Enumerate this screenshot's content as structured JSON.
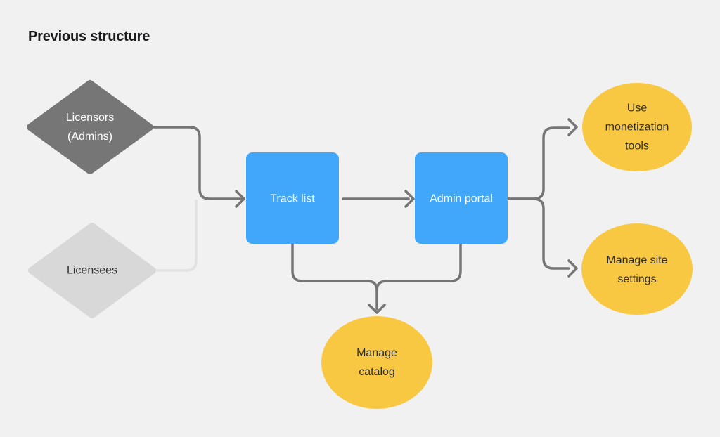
{
  "title": "Previous structure",
  "colors": {
    "background": "#f1f1f2",
    "title_text": "#1c1c1e",
    "diamond_dark": "#767676",
    "diamond_light": "#d8d8d8",
    "rect_blue": "#41a7fa",
    "ellipse_yellow": "#f9c843",
    "connector_dark": "#757575",
    "connector_light": "#e1e1e2",
    "text_on_dark": "#ffffff",
    "text_on_light": "#2e2e30"
  },
  "nodes": {
    "licensors": {
      "label": "Licensors (Admins)",
      "shape": "diamond",
      "variant": "dark-gray"
    },
    "licensees": {
      "label": "Licensees",
      "shape": "diamond",
      "variant": "light-gray"
    },
    "track_list": {
      "label": "Track list",
      "shape": "rounded-rect",
      "variant": "blue"
    },
    "admin_portal": {
      "label": "Admin portal",
      "shape": "rounded-rect",
      "variant": "blue"
    },
    "use_monetization": {
      "label": "Use monetization tools",
      "shape": "ellipse",
      "variant": "yellow"
    },
    "manage_site": {
      "label": "Manage site settings",
      "shape": "ellipse",
      "variant": "yellow"
    },
    "manage_catalog": {
      "label": "Manage catalog",
      "shape": "ellipse",
      "variant": "yellow"
    }
  },
  "edges": [
    {
      "from": "licensors",
      "to": "track_list",
      "style": "solid-dark",
      "arrow": true
    },
    {
      "from": "licensees",
      "to": "track_list",
      "style": "solid-light",
      "arrow": false
    },
    {
      "from": "track_list",
      "to": "admin_portal",
      "style": "solid-dark",
      "arrow": true
    },
    {
      "from": "admin_portal",
      "to": "use_monetization",
      "style": "solid-dark",
      "arrow": true
    },
    {
      "from": "admin_portal",
      "to": "manage_site",
      "style": "solid-dark",
      "arrow": true
    },
    {
      "from": "track_list",
      "to": "manage_catalog",
      "style": "solid-dark",
      "arrow": true
    },
    {
      "from": "admin_portal",
      "to": "manage_catalog",
      "style": "solid-dark",
      "arrow": true
    }
  ]
}
